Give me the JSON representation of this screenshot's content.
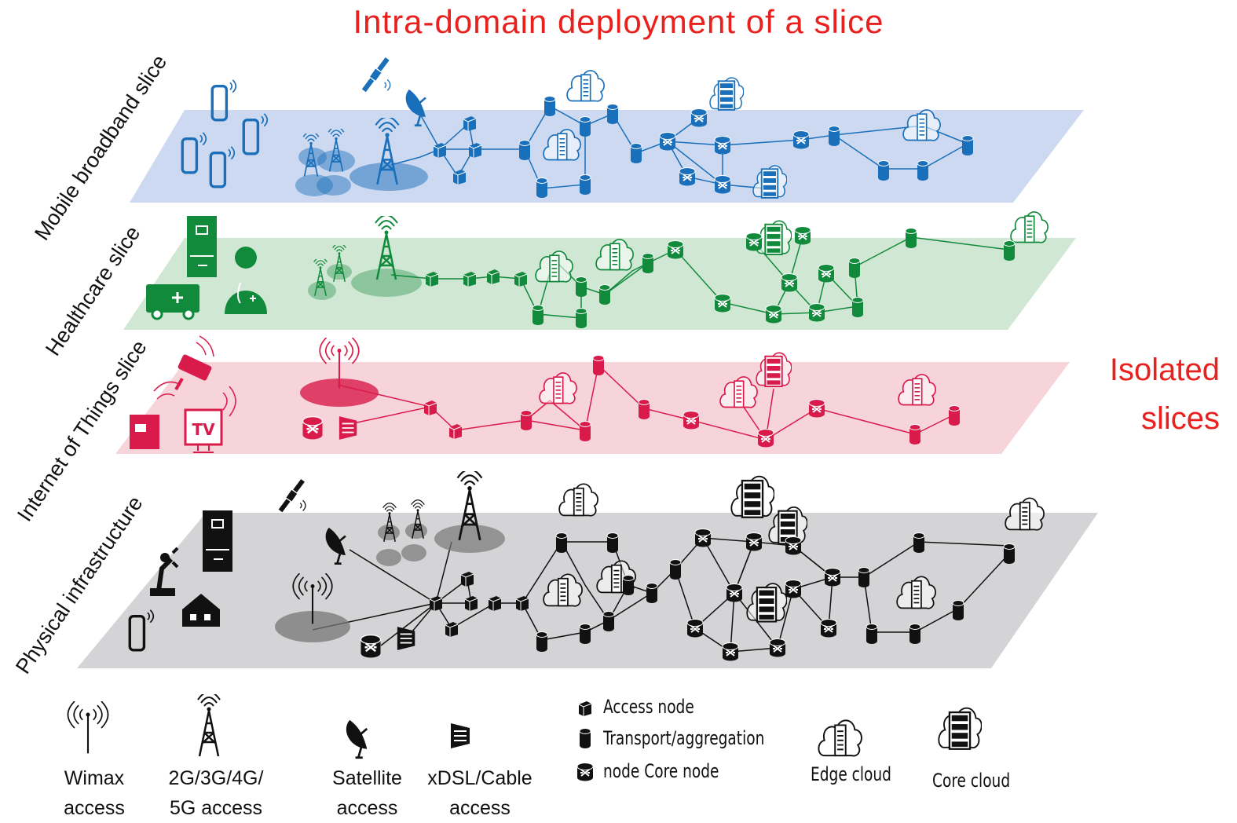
{
  "title": "Intra-domain deployment of a slice",
  "side_label": {
    "line1": "Isolated",
    "line2": "slices"
  },
  "layers": [
    {
      "id": "mbb",
      "label": "Mobile broadband slice",
      "fill": "#cdd9f1",
      "ink": "#1a6fba"
    },
    {
      "id": "health",
      "label": "Healthcare slice",
      "fill": "#cfe7d3",
      "ink": "#118a3c"
    },
    {
      "id": "iot",
      "label": "Internet of Things slice",
      "fill": "#f7d3da",
      "ink": "#d81b4a"
    },
    {
      "id": "phys",
      "label": "Physical infrastructure",
      "fill": "#d4d4d6",
      "ink": "#111111"
    }
  ],
  "legend": {
    "wimax": {
      "line1": "Wimax",
      "line2": "access"
    },
    "cellular": {
      "line1": "2G/3G/4G/",
      "line2": "5G access"
    },
    "satellite": {
      "line1": "Satellite",
      "line2": "access"
    },
    "xdsl": {
      "line1": "xDSL/Cable",
      "line2": "access"
    },
    "access_node": "Access node",
    "transport": "Transport/aggregation",
    "core_node": "node Core node",
    "edge_cloud": "Edge cloud",
    "core_cloud": "Core cloud"
  },
  "icons": [
    "phone-icon",
    "satellite-icon",
    "dish-icon",
    "tower-icon",
    "wimax-icon",
    "xdsl-icon",
    "ambulance-icon",
    "doctor-icon",
    "building-icon",
    "camera-icon",
    "tv-icon",
    "robot-arm-icon",
    "house-icon",
    "cloud-icon",
    "cylinder-icon",
    "router-icon",
    "cube-icon"
  ]
}
